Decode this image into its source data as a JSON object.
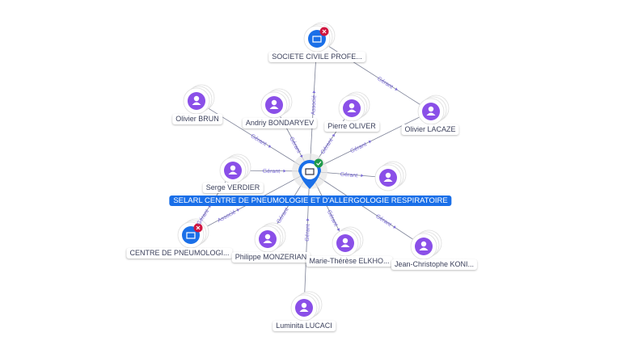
{
  "center": {
    "label": "SELARL CENTRE DE PNEUMOLOGIE ET D'ALLERGOLOGIE RESPIRATOIRE",
    "status": "active"
  },
  "nodes": [
    {
      "label": "SOCIETE CIVILE PROFE...",
      "type": "company",
      "status": "closed"
    },
    {
      "label": "Olivier BRUN",
      "type": "person"
    },
    {
      "label": "Andriy BONDARYEV",
      "type": "person"
    },
    {
      "label": "Pierre OLIVER",
      "type": "person"
    },
    {
      "label": "Olivier LACAZE",
      "type": "person"
    },
    {
      "label": "Serge VERDIER",
      "type": "person"
    },
    {
      "label": "",
      "type": "person"
    },
    {
      "label": "CENTRE DE PNEUMOLOGI...",
      "type": "company",
      "status": "closed"
    },
    {
      "label": "Philippe MONZERIAN",
      "type": "person"
    },
    {
      "label": "Marie-Thérèse ELKHO...",
      "type": "person"
    },
    {
      "label": "Jean-Christophe KONI...",
      "type": "person"
    },
    {
      "label": "Luminita LUCACI",
      "type": "person"
    }
  ],
  "edges": [
    {
      "from": 0,
      "to": "center",
      "label": "Associé"
    },
    {
      "from": 4,
      "to": 0,
      "label": "Gérant"
    },
    {
      "from": 1,
      "to": "center",
      "label": "Gérant"
    },
    {
      "from": 2,
      "to": "center",
      "label": "Gérant"
    },
    {
      "from": 3,
      "to": "center",
      "label": "Gérant"
    },
    {
      "from": 4,
      "to": "center",
      "label": "Gérant"
    },
    {
      "from": 5,
      "to": "center",
      "label": "Gérant"
    },
    {
      "from": 6,
      "to": "center",
      "label": "Gérant"
    },
    {
      "from": 7,
      "to": "center",
      "label": "Associé"
    },
    {
      "from": 5,
      "to": 7,
      "label": "Gérant"
    },
    {
      "from": 8,
      "to": "center",
      "label": "Gérant"
    },
    {
      "from": 9,
      "to": "center",
      "label": "Gérant"
    },
    {
      "from": 10,
      "to": "center",
      "label": "Gérant"
    },
    {
      "from": 11,
      "to": "center",
      "label": "Gérant"
    }
  ],
  "colors": {
    "person": "#8a4fe8",
    "company": "#1a6fe8",
    "closed": "#d0153f",
    "active": "#1f9a4a",
    "edge": "#7a7f95"
  }
}
